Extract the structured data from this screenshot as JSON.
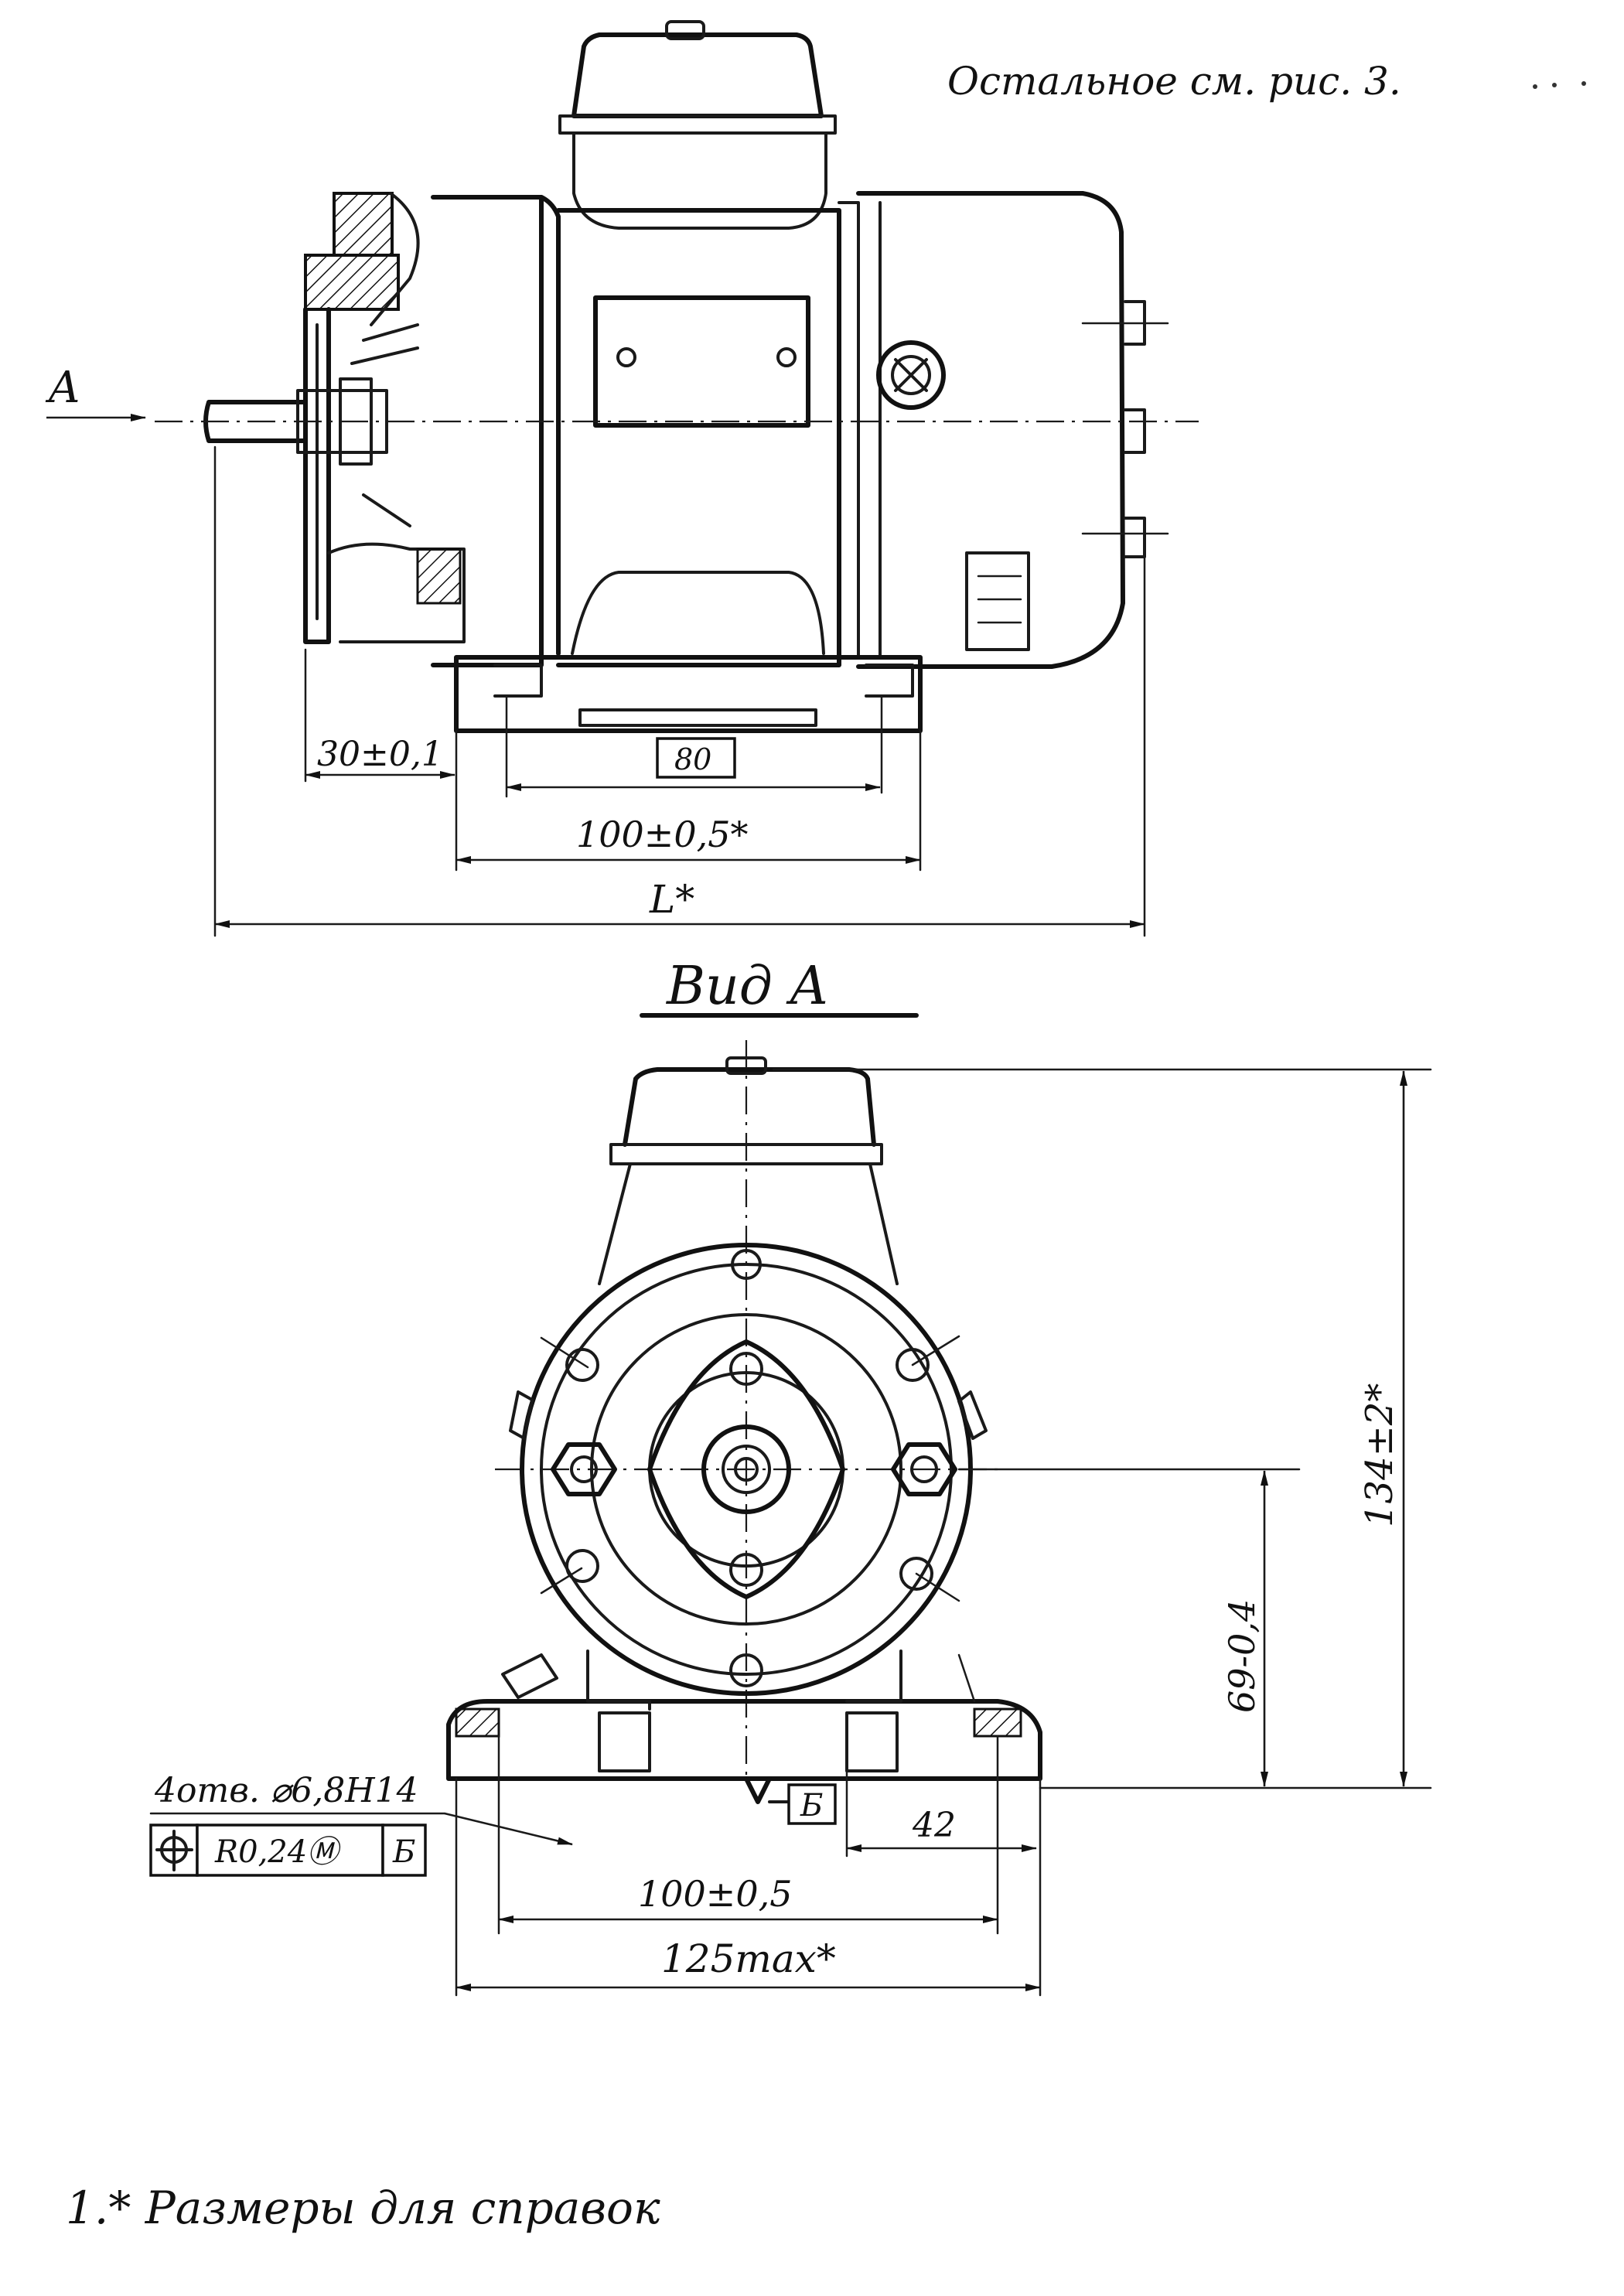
{
  "header_note": "Остальное см. рис. 3.",
  "side_view": {
    "view_marker": "А",
    "dim_30": "30±0,1",
    "dim_80": "80",
    "dim_100": "100±0,5*",
    "dim_L": "L*"
  },
  "view_a": {
    "title": "Вид А",
    "holes_note": "4отв. ⌀6,8Н14",
    "tolerance_symbol": "⌖",
    "tolerance_value": "R0,24Ⓜ",
    "tolerance_datum": "Б",
    "datum_label": "Б",
    "dim_42": "42",
    "dim_100": "100±0,5",
    "dim_125": "125max*",
    "dim_134": "134±2*",
    "dim_69": "69-0,4"
  },
  "footnote": "1.* Размеры для справок"
}
